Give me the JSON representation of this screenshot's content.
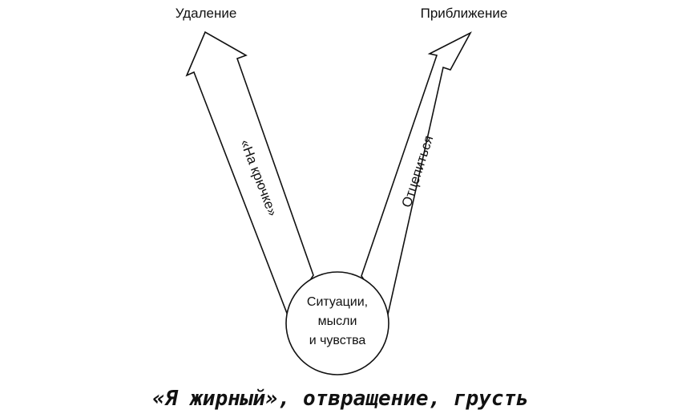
{
  "labels": {
    "left_top": "Удаление",
    "right_top": "Приближение",
    "left_arrow": "«На крючке»",
    "right_arrow": "Отцепиться"
  },
  "center": {
    "lines": [
      "Ситуации,",
      "мысли",
      "и чувства"
    ]
  },
  "caption": "«Я жирный», отвращение, грусть",
  "colors": {
    "stroke": "#111111",
    "fill": "#ffffff"
  }
}
